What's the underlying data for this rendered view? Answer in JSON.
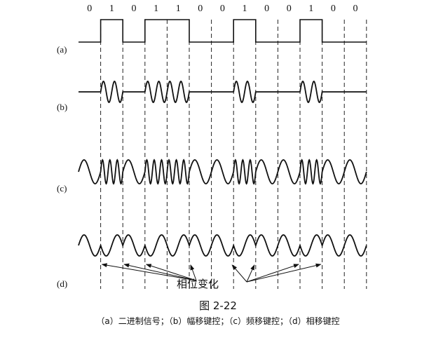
{
  "chart_data": {
    "type": "diagram",
    "title": "图  2-22",
    "bits": [
      0,
      1,
      0,
      1,
      1,
      0,
      0,
      1,
      0,
      0,
      1,
      0,
      0
    ],
    "bit_labels": [
      "0",
      "1",
      "0",
      "1",
      "1",
      "0",
      "0",
      "1",
      "0",
      "0",
      "1",
      "0",
      "0"
    ],
    "rows": [
      {
        "label": "(a)",
        "kind": "binary"
      },
      {
        "label": "(b)",
        "kind": "ask",
        "cycles_per_one": 2
      },
      {
        "label": "(c)",
        "kind": "fsk",
        "cycles_per_zero": 1,
        "cycles_per_one": 3
      },
      {
        "label": "(d)",
        "kind": "psk",
        "cycles_per_bit": 1
      }
    ],
    "annotation": "相位变化",
    "caption": "（a）二进制信号；（b）幅移键控；（c）频移键控；（d）相移键控"
  }
}
